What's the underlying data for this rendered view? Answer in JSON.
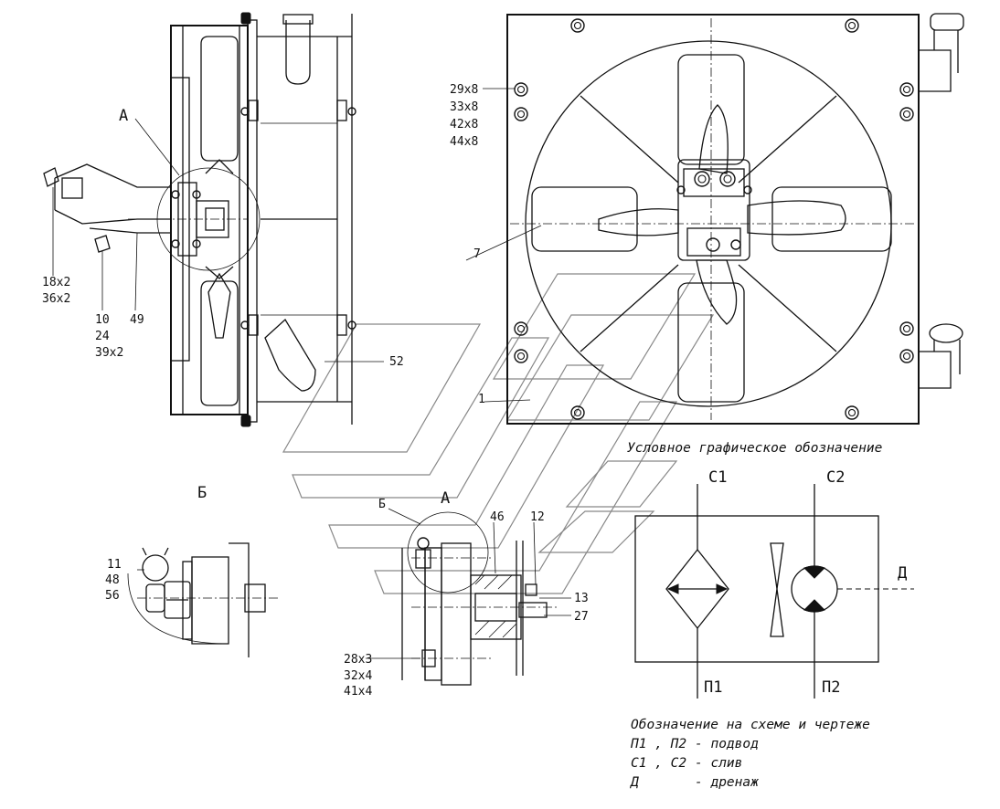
{
  "views": {
    "side": {
      "view_a": "А",
      "labels": [
        "18x2",
        "36x2",
        "10",
        "24",
        "39x2",
        "49",
        "52"
      ]
    },
    "front": {
      "labels_left": [
        "29x8",
        "33x8",
        "42x8",
        "44x8"
      ],
      "label_7": "7",
      "label_1": "1"
    },
    "detail_b": {
      "title": "Б",
      "labels": [
        "11",
        "48",
        "56"
      ]
    },
    "detail_a": {
      "title_b": "Б",
      "title_a": "А",
      "labels": [
        "46",
        "12",
        "13",
        "27",
        "28x3",
        "32x4",
        "41x4"
      ]
    }
  },
  "symbol": {
    "title": "Условное графическое обозначение",
    "ports": {
      "c1": "С1",
      "c2": "С2",
      "p1": "П1",
      "p2": "П2",
      "d": "Д"
    }
  },
  "legend": {
    "title": "Обозначение на схеме и чертеже",
    "rows": [
      {
        "code": "П1 , П2",
        "desc": "- подвод"
      },
      {
        "code": "С1 , С2",
        "desc": "- слив"
      },
      {
        "code": "Д",
        "desc": "- дренаж"
      }
    ]
  }
}
